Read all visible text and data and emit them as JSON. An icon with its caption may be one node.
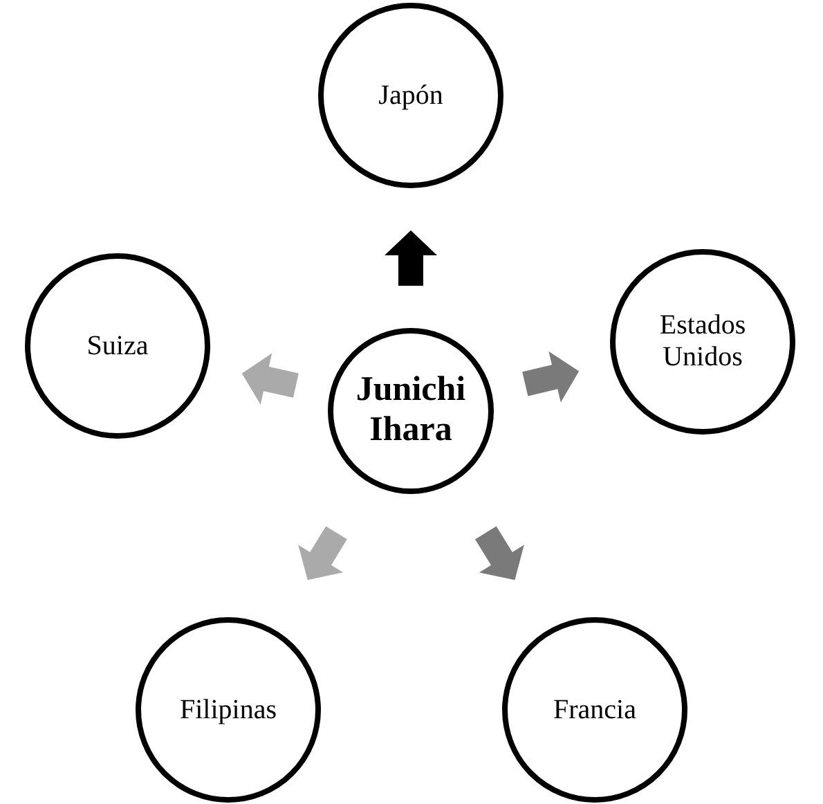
{
  "diagram": {
    "nodes": [
      {
        "text": [
          "Junichi Ihara"
        ]
      },
      {
        "text": [
          "Japón"
        ]
      },
      {
        "text": [
          "Estados Unidos"
        ]
      },
      {
        "text": [
          "Francia"
        ]
      },
      {
        "text": [
          "Filipinas"
        ]
      },
      {
        "text": [
          "Suiza"
        ]
      }
    ],
    "edges": [
      {
        "from": 0,
        "to": 1,
        "arrow": "to",
        "style": "thick",
        "color": "#000000"
      },
      {
        "from": 0,
        "to": 2,
        "arrow": "to",
        "style": "thick",
        "color": "#7a7a7a"
      },
      {
        "from": 0,
        "to": 3,
        "arrow": "to",
        "style": "thick",
        "color": "#7a7a7a"
      },
      {
        "from": 0,
        "to": 4,
        "arrow": "to",
        "style": "thick",
        "color": "#aaaaaa"
      },
      {
        "from": 0,
        "to": 5,
        "arrow": "to",
        "style": "thick",
        "color": "#aaaaaa"
      }
    ]
  }
}
